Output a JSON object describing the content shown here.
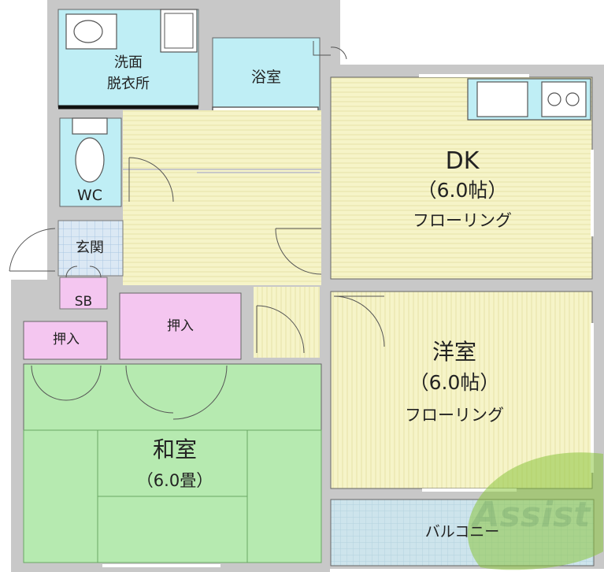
{
  "floorplan": {
    "rooms": {
      "washroom": {
        "line1": "洗面",
        "line2": "脱衣所"
      },
      "bath": {
        "name": "浴室"
      },
      "wc": {
        "name": "WC"
      },
      "entrance": {
        "name": "玄関"
      },
      "shoebox": {
        "name": "SB"
      },
      "dk": {
        "name": "DK",
        "size": "（6.0帖）",
        "floor": "フローリング"
      },
      "western": {
        "name": "洋室",
        "size": "（6.0帖）",
        "floor": "フローリング"
      },
      "japanese": {
        "name": "和室",
        "size": "（6.0畳）"
      },
      "closet_left": {
        "name": "押入"
      },
      "closet_right": {
        "name": "押入"
      },
      "balcony": {
        "name": "バルコニー"
      }
    },
    "watermark": "Assist",
    "colors": {
      "wall": "#c8c8c8",
      "wet_area": "#bfeef5",
      "flooring": "#f6f4c8",
      "tatami": "#b6eab0",
      "closet": "#f4c6f0",
      "balcony": "#cde4ec",
      "tile": "#dbe8f4",
      "watermark": "#8cc63f"
    }
  }
}
